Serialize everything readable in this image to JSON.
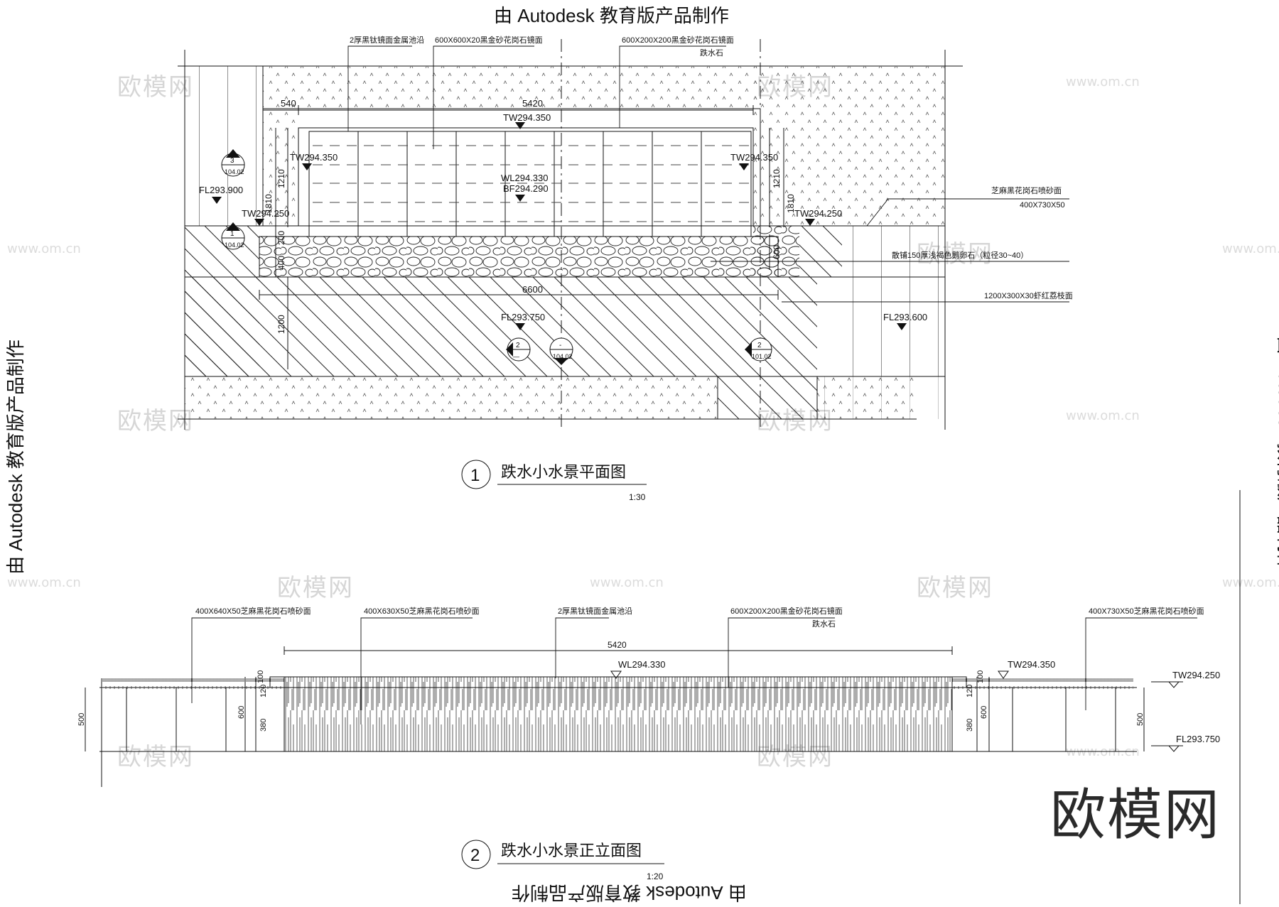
{
  "watermark_stamp": "由 Autodesk 教育版产品制作",
  "site_watermark": {
    "brand": "欧模网",
    "url": "www.om.cn"
  },
  "plan": {
    "title": "跌水小水景平面图",
    "number": "1",
    "scale": "1:30",
    "callouts": {
      "c1": "2厚黑钛镜面金属池沿",
      "c2": "600X600X20黑金砂花岗石镜面",
      "c3": "600X200X200黑金砂花岗石镜面",
      "c3b": "跌水石",
      "c4": "芝麻黑花岗石喷砂面",
      "c4b": "400X730X50",
      "c5": "散铺150厚浅褐色鹅卵石（粒径30~40）",
      "c6": "1200X300X30虾红荔枝面"
    },
    "dims": {
      "d540": "540",
      "d5420": "5420",
      "d6600": "6600",
      "d1210a": "1210",
      "d1210b": "1210",
      "d1810a": "1810",
      "d1810b": "1810",
      "d200": "200",
      "d400": "400",
      "d1200": "1200",
      "d600": "600"
    },
    "levels": {
      "tw_top": "TW294.350",
      "tw_left": "TW294.350",
      "tw_right": "TW294.350",
      "wl": "WL294.330",
      "bf": "BF294.290",
      "fl_left": "FL293.900",
      "tw_left_low": "TW294.250",
      "tw_right_low": "TW294.250",
      "fl_center": "FL293.750",
      "fl_right": "FL293.600"
    },
    "section_marks": {
      "s3": "3",
      "s3ref": "104.02",
      "s1": "1",
      "s1ref": "104.02",
      "s2a": "2",
      "s2aref": "—",
      "s_dash": "-",
      "s_dashref": "104.02",
      "s2b": "2",
      "s2bref": "101.02"
    }
  },
  "elevation": {
    "title": "跌水小水景正立面图",
    "number": "2",
    "scale": "1:20",
    "callouts": {
      "e1": "400X640X50芝麻黑花岗石喷砂面",
      "e2": "400X630X50芝麻黑花岗石喷砂面",
      "e3": "2厚黑钛镜面金属池沿",
      "e4": "600X200X200黑金砂花岗石镜面",
      "e4b": "跌水石",
      "e5": "400X730X50芝麻黑花岗石喷砂面"
    },
    "dims": {
      "d5420": "5420",
      "d500l": "500",
      "d600l": "600",
      "d120l": "120",
      "d380l": "380",
      "d120r": "120",
      "d380r": "380",
      "d600r": "600",
      "d500r": "500",
      "d100l": "100",
      "d100r": "100"
    },
    "levels": {
      "wl": "WL294.330",
      "tw": "TW294.350",
      "tw_right": "TW294.250",
      "fl_right": "FL293.750"
    }
  }
}
